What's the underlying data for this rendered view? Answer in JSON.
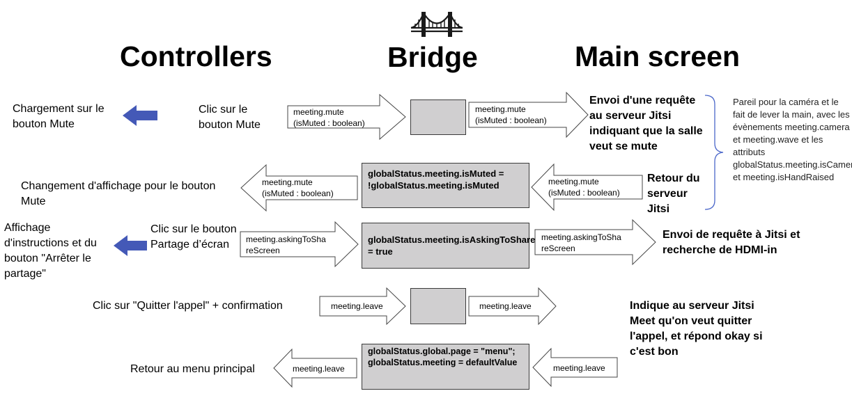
{
  "headers": {
    "controllers": "Controllers",
    "bridge": "Bridge",
    "main": "Main screen"
  },
  "left": {
    "mute_load": "Chargement sur le bouton Mute",
    "mute_click": "Clic sur le bouton Mute",
    "mute_display": "Changement d'affichage pour le bouton Mute",
    "share_instructions": "Affichage d'instructions et du bouton \"Arrêter le partage\"",
    "share_click": "Clic sur le bouton Partage d’écran",
    "leave_click": "Clic sur \"Quitter l'appel\" + confirmation",
    "back_menu": "Retour au menu principal"
  },
  "right": {
    "mute_request": "Envoi d'une requête au serveur Jitsi indiquant que la salle veut se mute",
    "jitsi_return": "Retour du serveur Jitsi",
    "share_request": "Envoi de requête à Jitsi et recherche de HDMI-in",
    "leave_info": "Indique au serveur Jitsi Meet qu'on veut quitter l'appel, et répond okay si c'est bon"
  },
  "note": "Pareil pour la caméra et le fait de lever la main, avec les évènements meeting.camera et meeting.wave et les attributs globalStatus.meeting.isCameraOn et meeting.isHandRaised",
  "bridge_boxes": {
    "mute_toggle": "globalStatus.meeting.isMuted = !globalStatus.meeting.isMuted",
    "share_set": "globalStatus.meeting.isAskingToShareScreen = true",
    "menu_reset": "globalStatus.global.page = \"menu\"; globalStatus.meeting = defaultValue"
  },
  "arrows": {
    "mute_in": "meeting.mute\n(isMuted : boolean)",
    "mute_out": "meeting.mute\n(isMuted : boolean)",
    "mute_ret_in": "meeting.mute\n(isMuted : boolean)",
    "mute_ret_out": "meeting.mute\n(isMuted : boolean)",
    "share_in": "meeting.askingToSha\nreScreen",
    "share_out": "meeting.askingToSha\nreScreen",
    "leave_in": "meeting.leave",
    "leave_out": "meeting.leave",
    "leave_ret_in": "meeting.leave",
    "leave_ret_out": "meeting.leave"
  },
  "colors": {
    "box_fill": "#d0cfd0",
    "blue_arrow": "#4459b7",
    "bracket": "#4a66c9"
  }
}
